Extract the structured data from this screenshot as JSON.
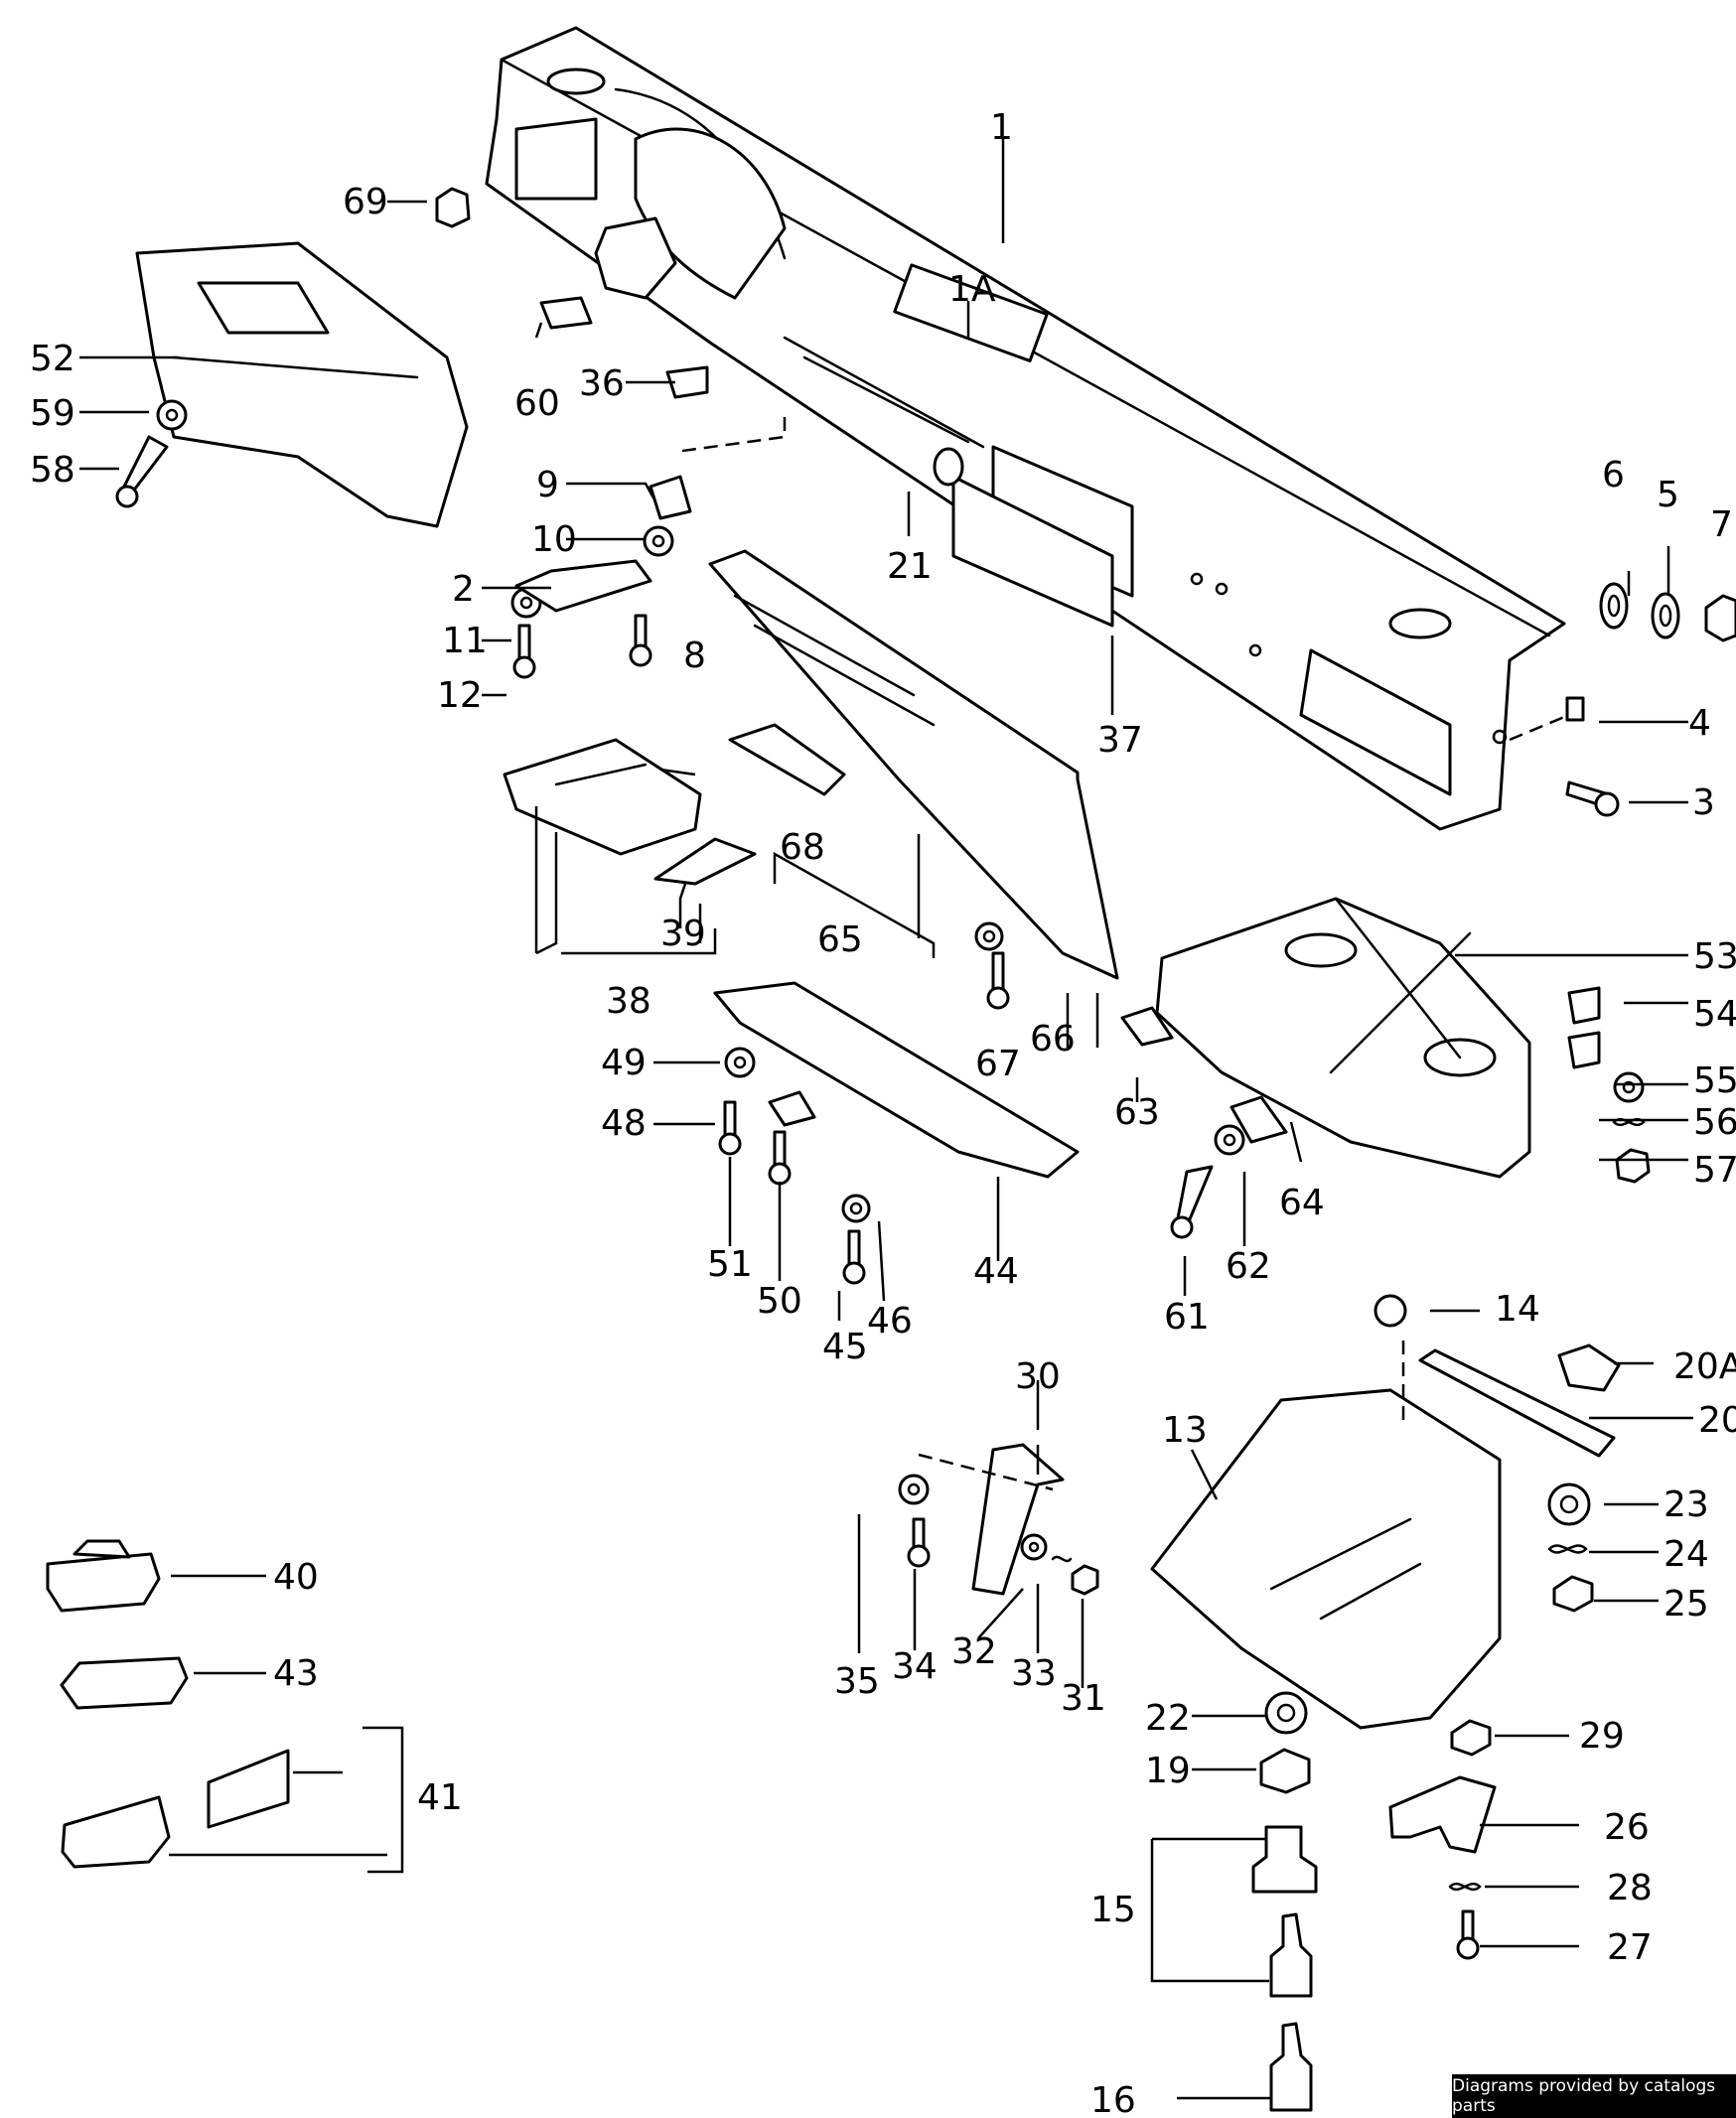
{
  "credit": "Diagrams provided by catalogs parts",
  "callouts": {
    "c1": "1",
    "c1A": "1A",
    "c2": "2",
    "c3": "3",
    "c4": "4",
    "c5": "5",
    "c6": "6",
    "c7": "7",
    "c8": "8",
    "c9": "9",
    "c10": "10",
    "c11": "11",
    "c12": "12",
    "c13": "13",
    "c14": "14",
    "c15": "15",
    "c16": "16",
    "c19": "19",
    "c20": "20",
    "c20A": "20A",
    "c21": "21",
    "c22": "22",
    "c23": "23",
    "c24": "24",
    "c25": "25",
    "c26": "26",
    "c27": "27",
    "c28": "28",
    "c29": "29",
    "c30": "30",
    "c31": "31",
    "c32": "32",
    "c33": "33",
    "c34": "34",
    "c35": "35",
    "c36": "36",
    "c37": "37",
    "c38": "38",
    "c39": "39",
    "c40": "40",
    "c41": "41",
    "c43": "43",
    "c44": "44",
    "c45": "45",
    "c46": "46",
    "c48": "48",
    "c49": "49",
    "c50": "50",
    "c51": "51",
    "c52": "52",
    "c53": "53",
    "c54": "54",
    "c55": "55",
    "c56": "56",
    "c57": "57",
    "c58": "58",
    "c59": "59",
    "c60": "60",
    "c61": "61",
    "c62": "62",
    "c63": "63",
    "c64": "64",
    "c65": "65",
    "c66": "66",
    "c67": "67",
    "c68": "68",
    "c69": "69"
  },
  "icons": {
    "dashboard": "dashboard-panel-icon",
    "screw": "tapping-screw-icon",
    "washer": "washer-icon",
    "nut": "hex-nut-icon",
    "clip": "clip-icon",
    "key": "key-icon",
    "lock": "lock-cylinder-icon"
  }
}
